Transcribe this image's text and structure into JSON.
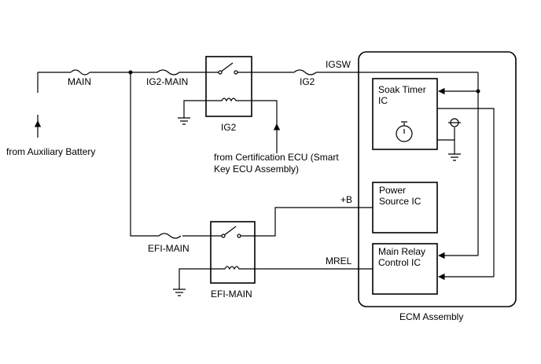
{
  "labels": {
    "main_fuse": "MAIN",
    "ig2_main_fuse": "IG2-MAIN",
    "ig2_fuse": "IG2",
    "ig2_relay": "IG2",
    "igsw": "IGSW",
    "from_aux_battery": "from Auxiliary Battery",
    "from_cert_ecu_line1": "from Certification ECU (Smart",
    "from_cert_ecu_line2": "Key ECU Assembly)",
    "efi_main_fuse": "EFI-MAIN",
    "efi_main_relay": "EFI-MAIN",
    "plus_b": "+B",
    "mrel": "MREL",
    "soak_timer_line1": "Soak Timer",
    "soak_timer_line2": "IC",
    "power_source_line1": "Power",
    "power_source_line2": "Source IC",
    "main_relay_line1": "Main Relay",
    "main_relay_line2": "Control IC",
    "ecm_assembly": "ECM Assembly"
  }
}
